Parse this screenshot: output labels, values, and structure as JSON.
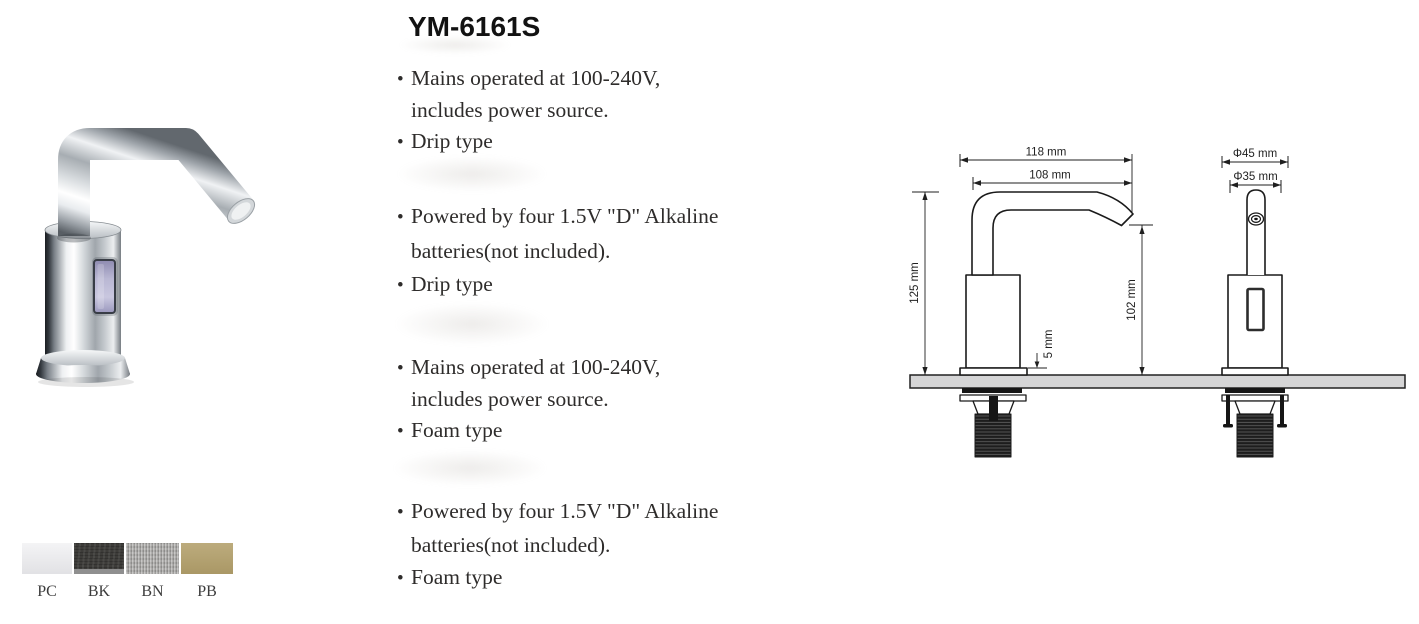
{
  "page": {
    "background": "#ffffff"
  },
  "header": {
    "model": "YM-6161S"
  },
  "specs": {
    "bullet": "•",
    "groups": [
      {
        "items": [
          {
            "lines": [
              "Mains operated at 100-240V,",
              "includes power source."
            ]
          },
          {
            "lines": [
              "Drip type"
            ]
          }
        ]
      },
      {
        "items": [
          {
            "lines": [
              "Powered by four 1.5V \"D\" Alkaline",
              "batteries(not included)."
            ]
          },
          {
            "lines": [
              "Drip type"
            ]
          }
        ]
      },
      {
        "items": [
          {
            "lines": [
              "Mains operated at 100-240V,",
              "includes power source."
            ]
          },
          {
            "lines": [
              "Foam type"
            ]
          }
        ]
      },
      {
        "items": [
          {
            "lines": [
              "Powered by four 1.5V \"D\" Alkaline",
              "batteries(not included)."
            ]
          },
          {
            "lines": [
              "Foam type"
            ]
          }
        ]
      }
    ]
  },
  "finishes": [
    {
      "code": "PC",
      "color": "#e9e9ec"
    },
    {
      "code": "BK",
      "color": "#3d3c39"
    },
    {
      "code": "BN",
      "color": "#a5a4a2"
    },
    {
      "code": "PB",
      "color": "#b3a06b"
    }
  ],
  "drawing": {
    "line_color": "#1f1f1f",
    "counter_color": "#d5d5d6",
    "side_view": {
      "overall_width": "118 mm",
      "spout_reach": "108 mm",
      "overall_height": "125 mm",
      "spout_height": "102 mm",
      "base_plate_height": "5 mm"
    },
    "front_view": {
      "base_diameter": "Φ45 mm",
      "spout_diameter": "Φ35 mm"
    }
  },
  "photo": {
    "sensor_window_color": "#b5b2d0"
  }
}
